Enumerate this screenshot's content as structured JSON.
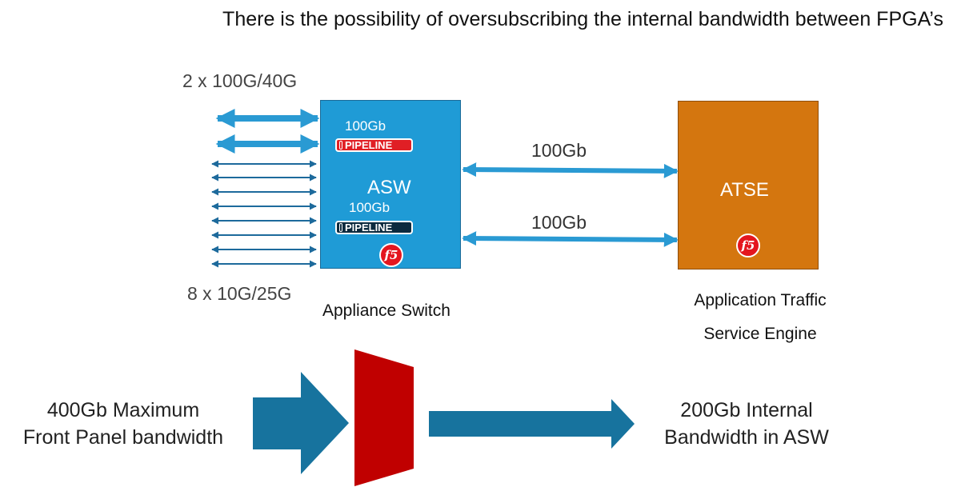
{
  "title": "There is the possibility of oversubscribing the internal bandwidth between FPGA’s",
  "front_ports": {
    "top_label": "2 x 100G/40G",
    "bottom_label": "8 x 10G/25G"
  },
  "asw": {
    "name": "ASW",
    "caption": "Appliance Switch",
    "pipelines": [
      {
        "speed": "100Gb",
        "label": "PIPELINE",
        "color": "#e01f25"
      },
      {
        "speed": "100Gb",
        "label": "PIPELINE",
        "color": "#0c2a3e"
      }
    ],
    "logo": "f5"
  },
  "links": [
    {
      "label": "100Gb"
    },
    {
      "label": "100Gb"
    }
  ],
  "atse": {
    "name": "ATSE",
    "caption_line1": "Application Traffic",
    "caption_line2": "Service Engine",
    "logo": "f5"
  },
  "bottom": {
    "input_line1": "400Gb Maximum",
    "input_line2": "Front Panel bandwidth",
    "output_line1": "200Gb Internal",
    "output_line2": "Bandwidth in ASW"
  },
  "colors": {
    "arrow": "#2a9ad3",
    "asw_box": "#1f9bd6",
    "atse_box": "#d4760f",
    "funnel": "#c00000",
    "bottom_arrow": "#17739e"
  }
}
